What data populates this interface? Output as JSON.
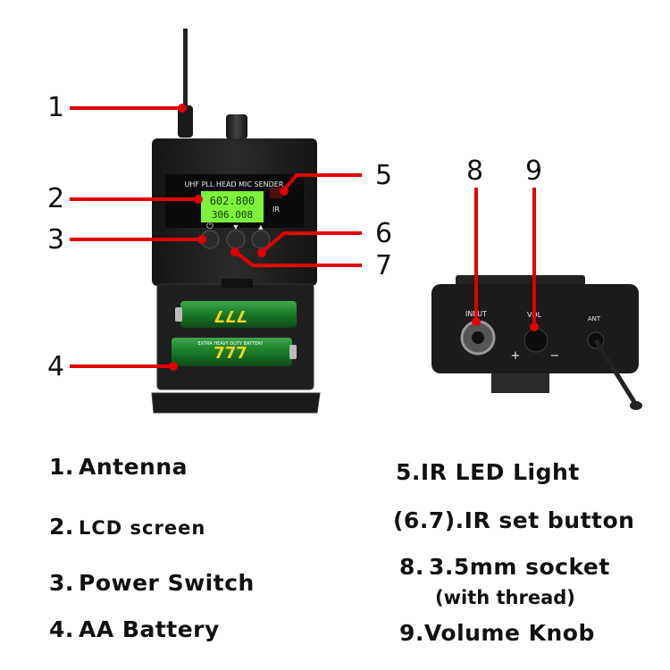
{
  "device": {
    "header_text": "UHF PLL HEAD MIC SENDER",
    "lcd_line1": "602.800",
    "lcd_line2": "306.008",
    "ir_label": "IR",
    "battery_brand": "777",
    "battery_text": "EXTRA HEAVY DUTY BATTERY"
  },
  "side_view": {
    "input_label": "INPUT",
    "vol_label": "VOL",
    "ant_label": "ANT",
    "plus": "+",
    "minus": "−"
  },
  "callouts": [
    "1",
    "2",
    "3",
    "4",
    "5",
    "6",
    "7",
    "8",
    "9"
  ],
  "legend": [
    {
      "num": "1.",
      "text": "Antenna"
    },
    {
      "num": "2.",
      "text": "LCD screen"
    },
    {
      "num": "3.",
      "text": "Power Switch"
    },
    {
      "num": "4.",
      "text": "AA Battery"
    },
    {
      "num": "5.",
      "text": "IR LED Light"
    },
    {
      "num": "(6.7).",
      "text": "IR set button"
    },
    {
      "num": "8.",
      "text": "3.5mm socket",
      "sub": "(with thread)"
    },
    {
      "num": "9.",
      "text": "Volume Knob"
    }
  ],
  "colors": {
    "callout_line": "#e00000",
    "lcd_green": "#7cf23a",
    "device_body": "#1c1c1c",
    "battery_green": "#1b7f2a",
    "battery_yellow": "#f5d31a"
  }
}
